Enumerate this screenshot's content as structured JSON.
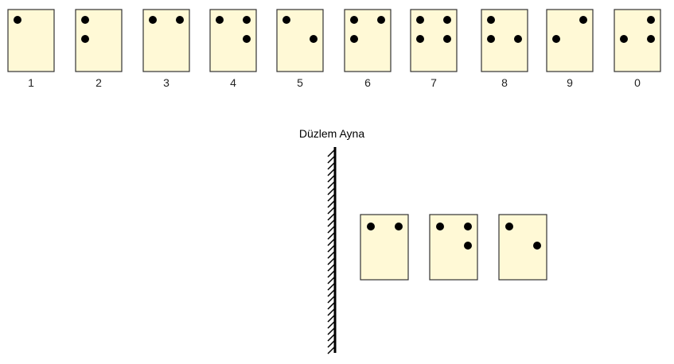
{
  "legend_cards": [
    {
      "label": "1",
      "dots": [
        [
          1,
          1
        ]
      ]
    },
    {
      "label": "2",
      "dots": [
        [
          1,
          1
        ],
        [
          1,
          2
        ]
      ]
    },
    {
      "label": "3",
      "dots": [
        [
          1,
          1
        ],
        [
          2,
          1
        ]
      ]
    },
    {
      "label": "4",
      "dots": [
        [
          1,
          1
        ],
        [
          2,
          1
        ],
        [
          2,
          2
        ]
      ]
    },
    {
      "label": "5",
      "dots": [
        [
          1,
          1
        ],
        [
          2,
          2
        ]
      ]
    },
    {
      "label": "6",
      "dots": [
        [
          1,
          1
        ],
        [
          2,
          1
        ],
        [
          1,
          2
        ]
      ]
    },
    {
      "label": "7",
      "dots": [
        [
          1,
          1
        ],
        [
          2,
          1
        ],
        [
          1,
          2
        ],
        [
          2,
          2
        ]
      ]
    },
    {
      "label": "8",
      "dots": [
        [
          1,
          1
        ],
        [
          1,
          2
        ],
        [
          2,
          2
        ]
      ]
    },
    {
      "label": "9",
      "dots": [
        [
          2,
          1
        ],
        [
          1,
          2
        ]
      ]
    },
    {
      "label": "0",
      "dots": [
        [
          2,
          1
        ],
        [
          1,
          2
        ],
        [
          2,
          2
        ]
      ]
    }
  ],
  "mirror": {
    "label": "Düzlem Ayna"
  },
  "reflected_cards": [
    {
      "dots": [
        [
          1,
          1
        ],
        [
          2,
          1
        ]
      ]
    },
    {
      "dots": [
        [
          1,
          1
        ],
        [
          2,
          1
        ],
        [
          2,
          2
        ]
      ]
    },
    {
      "dots": [
        [
          1,
          1
        ],
        [
          2,
          2
        ]
      ]
    }
  ],
  "colors": {
    "card_fill": "#fff9d6",
    "card_stroke": "#333333",
    "dot": "#000000"
  }
}
